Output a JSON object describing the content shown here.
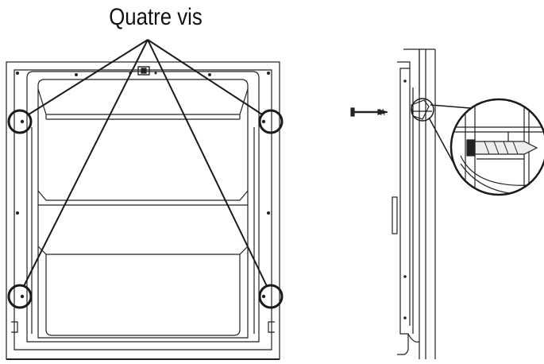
{
  "callout": {
    "label": "Quatre vis"
  },
  "colors": {
    "line": "#222222",
    "screw_circle": "#1a1a1a",
    "background": "#ffffff"
  },
  "figures": [
    {
      "name": "front-view-door-panel",
      "screw_count": 4
    },
    {
      "name": "side-view-door-panel",
      "screw_count": 1
    }
  ]
}
